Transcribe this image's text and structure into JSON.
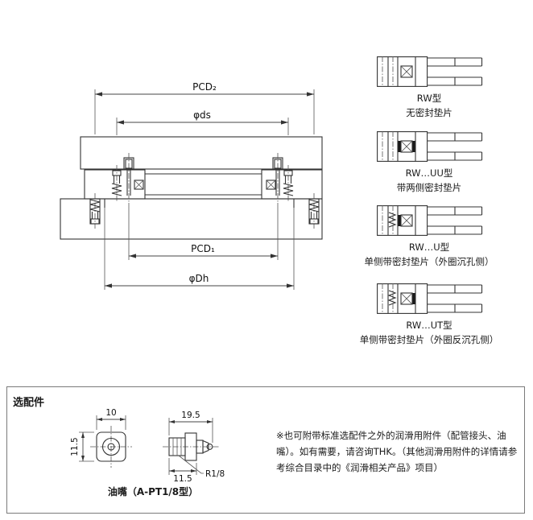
{
  "main_drawing": {
    "dim_pcd2": "PCD₂",
    "dim_phids": "φds",
    "dim_pcd1": "PCD₁",
    "dim_phidh": "φDh"
  },
  "variants": [
    {
      "name": "RW型",
      "desc": "无密封垫片"
    },
    {
      "name": "RW…UU型",
      "desc": "带两侧密封垫片"
    },
    {
      "name": "RW…U型",
      "desc": "单侧带密封垫片（外圈沉孔侧）"
    },
    {
      "name": "RW…UT型",
      "desc": "单侧带密封垫片（外圈反沉孔侧）"
    }
  ],
  "options": {
    "title": "选配件",
    "nipple_label": "油嘴（A-PT1/8型）",
    "dim_width_top": "10",
    "dim_height_left": "11.5",
    "dim_length_top": "19.5",
    "dim_length_bottom": "11.5",
    "thread_label": "R1/8",
    "note": "※也可附带标准选配件之外的润滑用附件（配管接头、油嘴）。如有需要，请咨询THK。（其他润滑用附件的详情请参考综合目录中的《润滑相关产品》项目）"
  }
}
